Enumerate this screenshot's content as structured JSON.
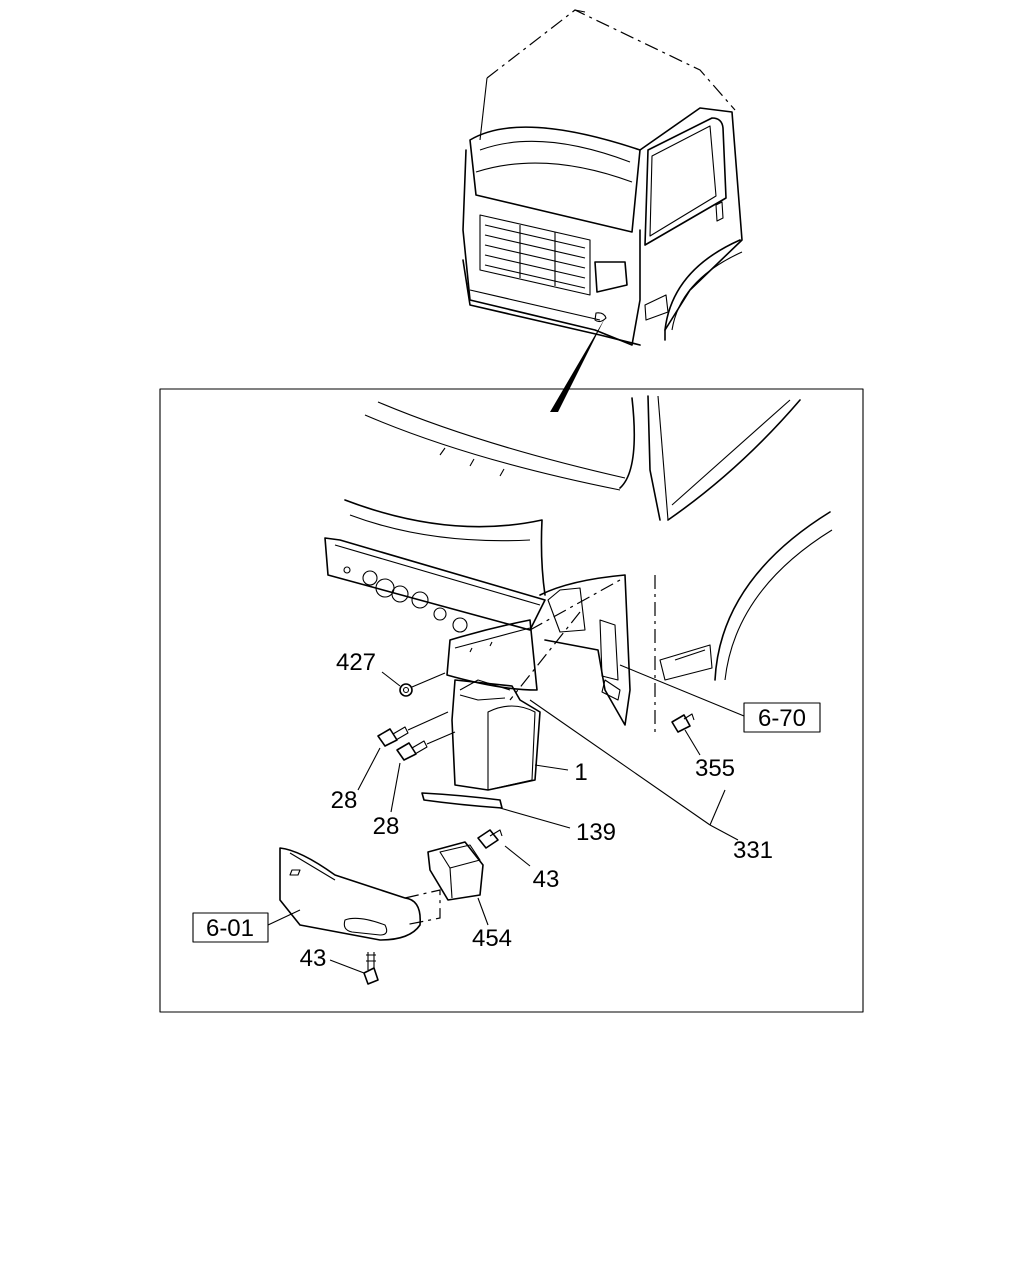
{
  "callouts": {
    "c427": "427",
    "c28a": "28",
    "c28b": "28",
    "c1": "1",
    "c139": "139",
    "c43a": "43",
    "c454": "454",
    "c43b": "43",
    "c355": "355",
    "c331": "331"
  },
  "references": {
    "ref_670": "6-70",
    "ref_601": "6-01"
  },
  "colors": {
    "line": "#000000",
    "background": "#ffffff"
  }
}
